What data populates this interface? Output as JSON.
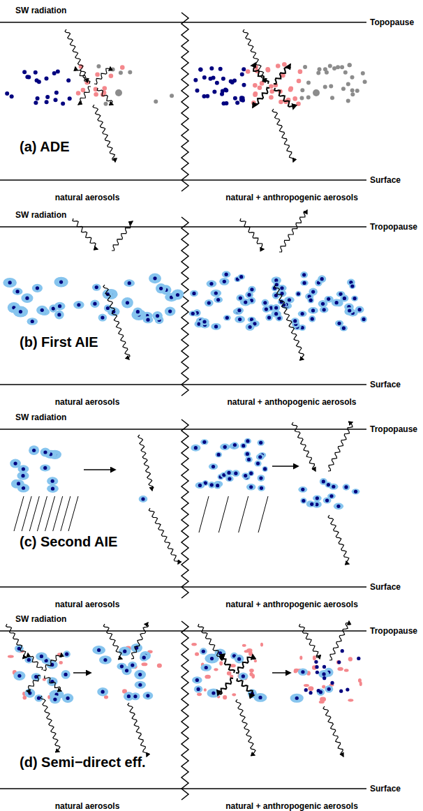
{
  "diagram": {
    "labels": [
      "SW radiation",
      "Topopause",
      "(a) ADE",
      "Surface",
      "natural aerosols",
      "natural + anthropogenic aerosols",
      "SW radiation",
      "Tropopause",
      "(b) First AIE",
      "Surface",
      "natural aerosols",
      "natural + anthopogenic aerosols",
      "SW radiation",
      "Tropopause",
      "(c) Second AIE",
      "Surface",
      "natural aerosols",
      "natural + anthropogenic aerosols",
      "SW radiation",
      "Tropopause",
      "(d) Semi−direct eff.",
      "Surface",
      "natural aerosols",
      "natural + anthropogenic aerosols"
    ]
  }
}
